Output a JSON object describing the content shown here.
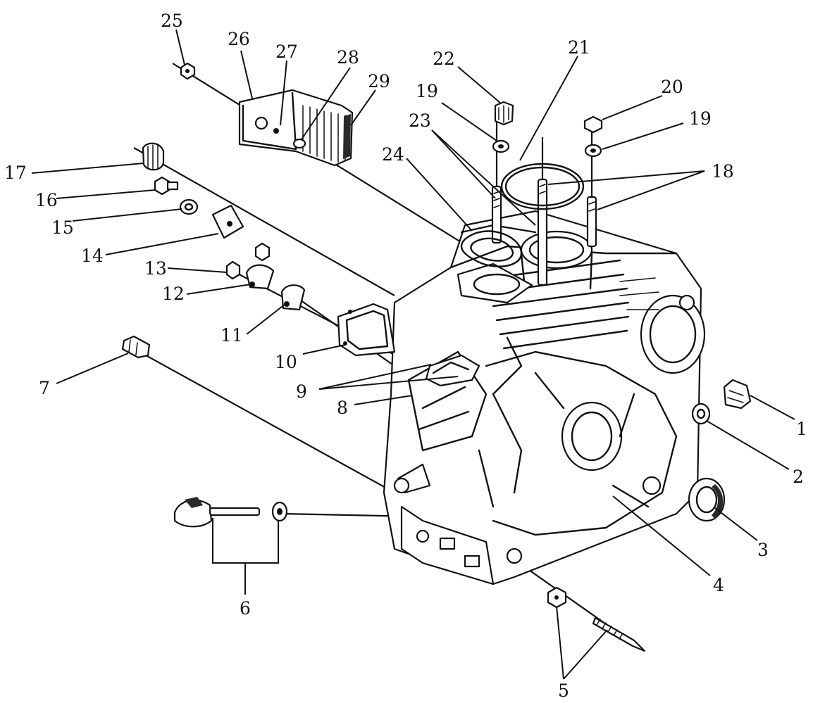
{
  "labels": {
    "p1": "1",
    "p2": "2",
    "p3": "3",
    "p4": "4",
    "p5": "5",
    "p6": "6",
    "p7": "7",
    "p8": "8",
    "p9": "9",
    "p10": "10",
    "p11": "11",
    "p12": "12",
    "p13": "13",
    "p14": "14",
    "p15": "15",
    "p16": "16",
    "p17": "17",
    "p18": "18",
    "p19a": "19",
    "p19b": "19",
    "p20": "20",
    "p21": "21",
    "p22": "22",
    "p23": "23",
    "p24": "24",
    "p25": "25",
    "p26": "26",
    "p27": "27",
    "p28": "28",
    "p29": "29"
  },
  "colors": {
    "ink": "#111111",
    "background": "#ffffff"
  }
}
